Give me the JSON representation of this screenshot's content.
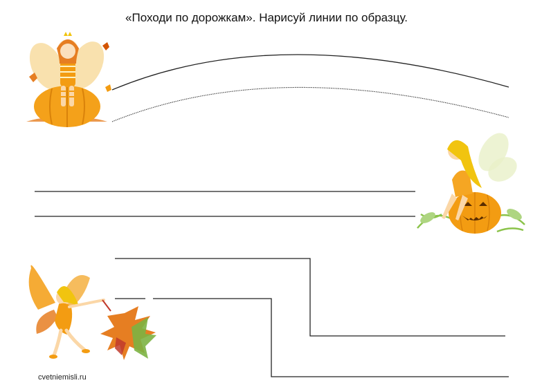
{
  "worksheet": {
    "title": "«Походи по дорожкам». Нарисуй линии по образцу.",
    "credit": "cvetniemisli.ru"
  },
  "colors": {
    "line": "#222222",
    "orange": "#f39c12",
    "pumpkin": "#f4a11a",
    "leaf_green": "#7cb342",
    "wing": "#f7d79a"
  },
  "illustrations": [
    "fairy-on-pumpkin-top-left",
    "fairy-on-jack-o-lantern-right",
    "flying-fairy-with-leaves-bottom-left"
  ]
}
